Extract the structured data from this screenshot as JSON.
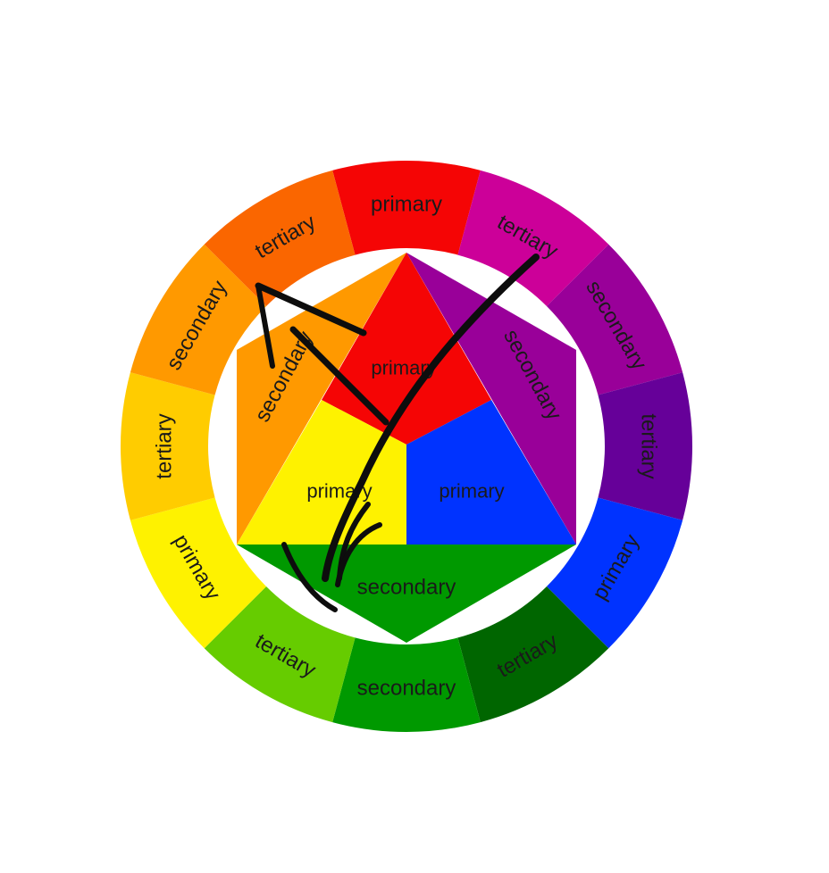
{
  "colors": {
    "red": "#f50505",
    "red_orange": "#fa6600",
    "orange": "#ff9900",
    "yellow_orange": "#ffcc00",
    "yellow": "#fef200",
    "yellow_green": "#66cc00",
    "green": "#009900",
    "blue_green": "#006600",
    "blue": "#0033ff",
    "blue_violet": "#660099",
    "violet": "#990099",
    "red_violet": "#cc0099",
    "ink": "#0d0d0d"
  },
  "outer_ring": [
    {
      "label": "primary",
      "color": "red"
    },
    {
      "label": "tertiary",
      "color": "red_violet"
    },
    {
      "label": "secondary",
      "color": "violet"
    },
    {
      "label": "tertiary",
      "color": "blue_violet"
    },
    {
      "label": "primary",
      "color": "blue"
    },
    {
      "label": "tertiary",
      "color": "blue_green"
    },
    {
      "label": "secondary",
      "color": "green"
    },
    {
      "label": "tertiary",
      "color": "yellow_green"
    },
    {
      "label": "primary",
      "color": "yellow"
    },
    {
      "label": "tertiary",
      "color": "yellow_orange"
    },
    {
      "label": "secondary",
      "color": "orange"
    },
    {
      "label": "tertiary",
      "color": "red_orange"
    }
  ],
  "inner": {
    "primary_top": {
      "label": "primary",
      "color": "red"
    },
    "primary_left": {
      "label": "primary",
      "color": "yellow"
    },
    "primary_right": {
      "label": "primary",
      "color": "blue"
    },
    "secondary_left": {
      "label": "secondary",
      "color": "orange"
    },
    "secondary_right": {
      "label": "secondary",
      "color": "violet"
    },
    "secondary_bottom": {
      "label": "secondary",
      "color": "green"
    }
  }
}
